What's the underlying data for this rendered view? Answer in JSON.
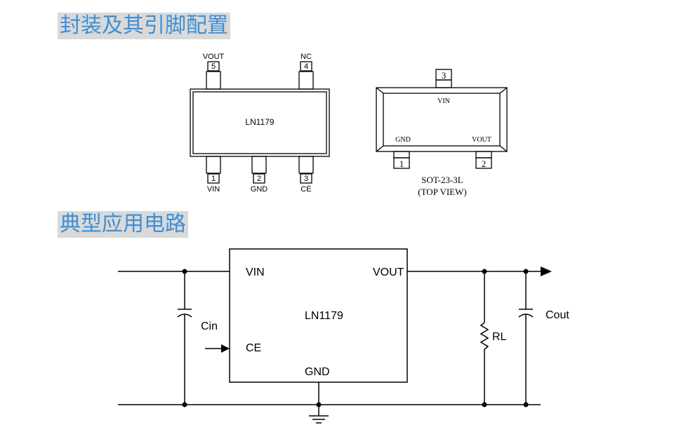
{
  "headings": {
    "pin_config": "封装及其引脚配置",
    "typical_circuit": "典型应用电路"
  },
  "package5": {
    "chip_label": "LN1179",
    "top_pins": [
      {
        "num": "5",
        "name": "VOUT"
      },
      {
        "num": "4",
        "name": "NC"
      }
    ],
    "bottom_pins": [
      {
        "num": "1",
        "name": "VIN"
      },
      {
        "num": "2",
        "name": "GND"
      },
      {
        "num": "3",
        "name": "CE"
      }
    ]
  },
  "package3": {
    "top_pin": {
      "num": "3",
      "name": "VIN"
    },
    "bottom_pins": [
      {
        "num": "1",
        "name": "GND"
      },
      {
        "num": "2",
        "name": "VOUT"
      }
    ],
    "caption_line1": "SOT-23-3L",
    "caption_line2": "(TOP VIEW)"
  },
  "circuit": {
    "chip_label": "LN1179",
    "pin_vin": "VIN",
    "pin_vout": "VOUT",
    "pin_ce": "CE",
    "pin_gnd": "GND",
    "cin_label": "Cin",
    "cout_label": "Cout",
    "rl_label": "RL"
  }
}
